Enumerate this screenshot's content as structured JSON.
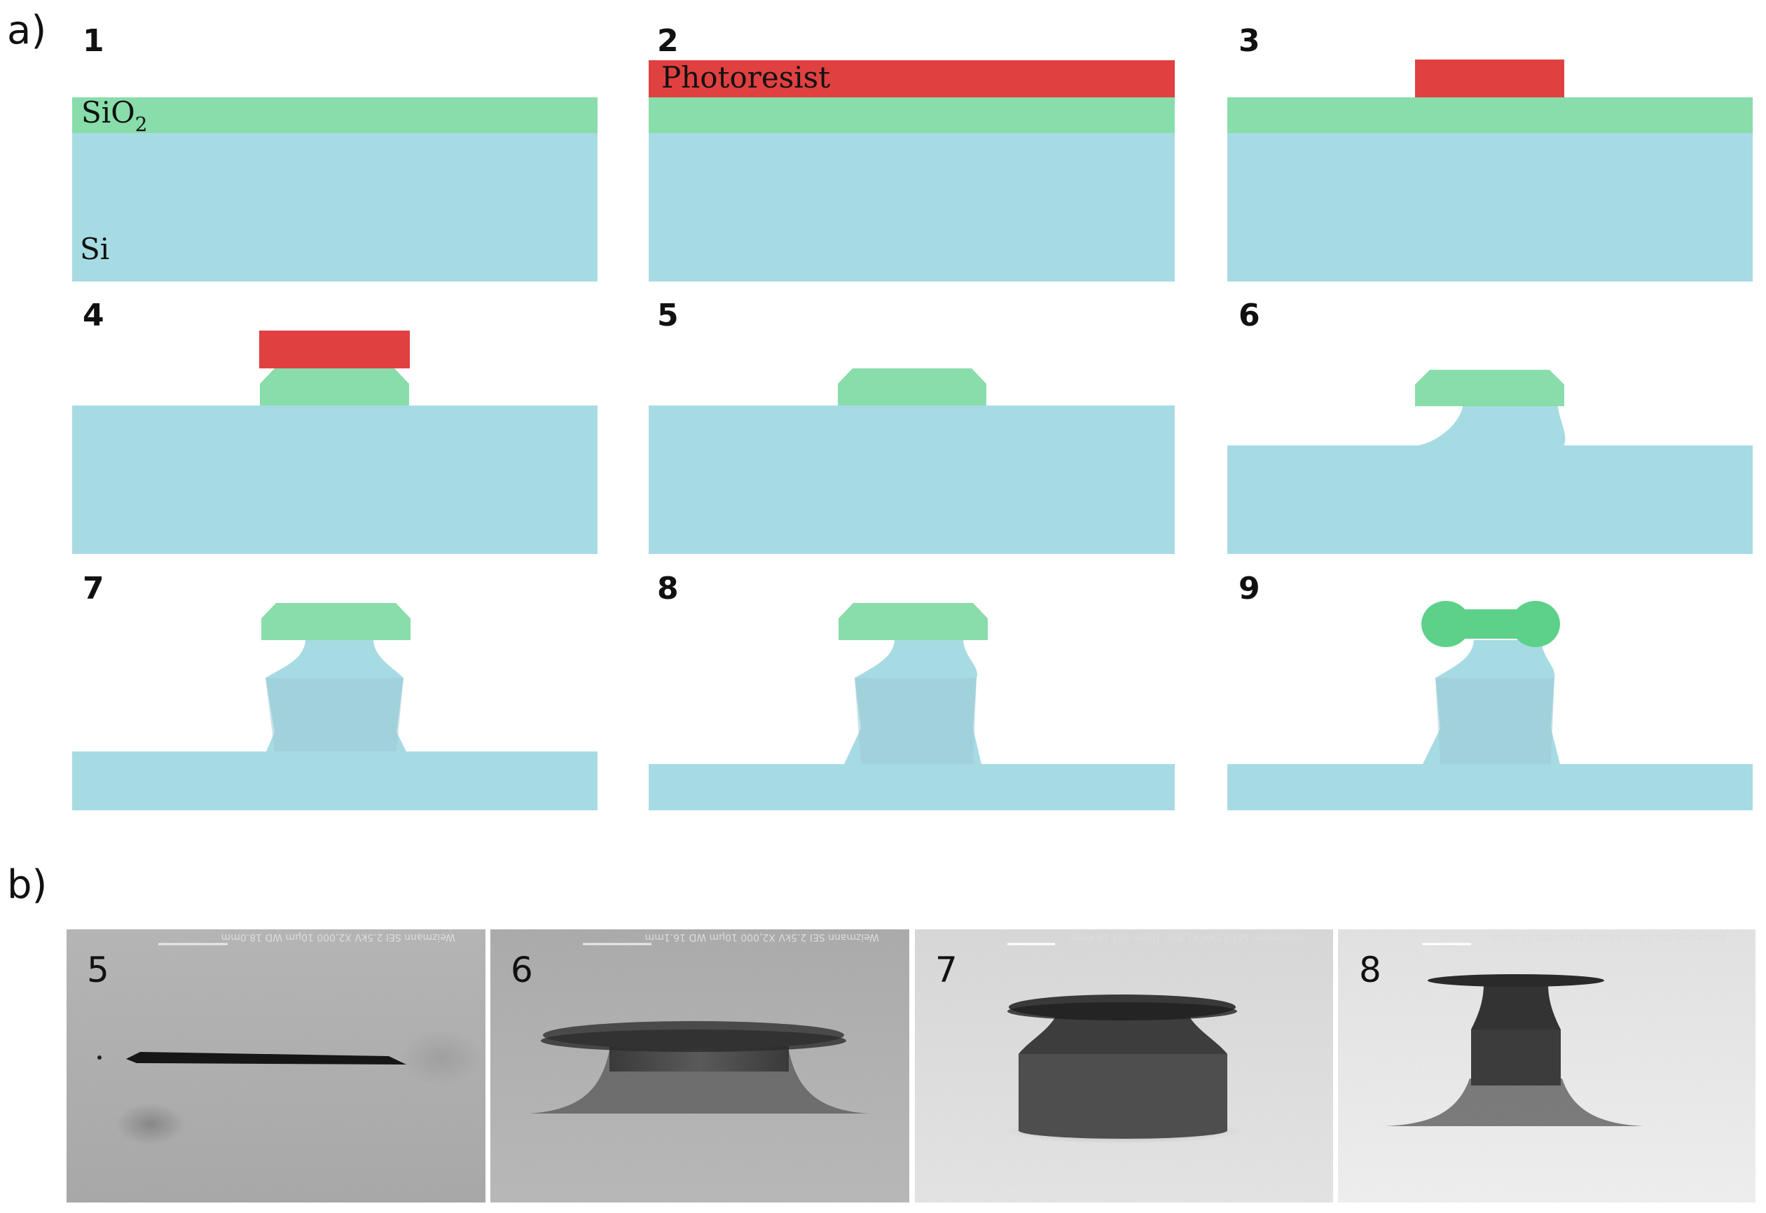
{
  "panels": {
    "a": {
      "label": "a)"
    },
    "b": {
      "label": "b)"
    }
  },
  "colors": {
    "si": "#a7dbe3",
    "si_overlay": "#9ccbd6",
    "sio2": "#88ddaa",
    "sio2_ball": "#5dd18a",
    "photoresist": "#e04040"
  },
  "layers": {
    "sio2_main": "SiO",
    "sio2_sub": "2",
    "si": "Si",
    "photoresist": "Photoresist"
  },
  "steps": [
    {
      "number": "1"
    },
    {
      "number": "2"
    },
    {
      "number": "3"
    },
    {
      "number": "4"
    },
    {
      "number": "5"
    },
    {
      "number": "6"
    },
    {
      "number": "7"
    },
    {
      "number": "8"
    },
    {
      "number": "9"
    }
  ],
  "sem_images": [
    {
      "number": "5",
      "meta": "Weizmann   SEI   2.5kV   X2,000   10μm   WD 18.0mm"
    },
    {
      "number": "6",
      "meta": "Weizmann   SEI   2.5kV   X2,000   10μm   WD 16.1mm"
    },
    {
      "number": "7",
      "meta": "Weizmann   SEI   3.0kV   X1,800   10μm   WD 10.4mm"
    },
    {
      "number": "8",
      "meta": "Weizmann   SEI   3.0kV   X2,000   10μm   WD 12.3mm"
    }
  ]
}
